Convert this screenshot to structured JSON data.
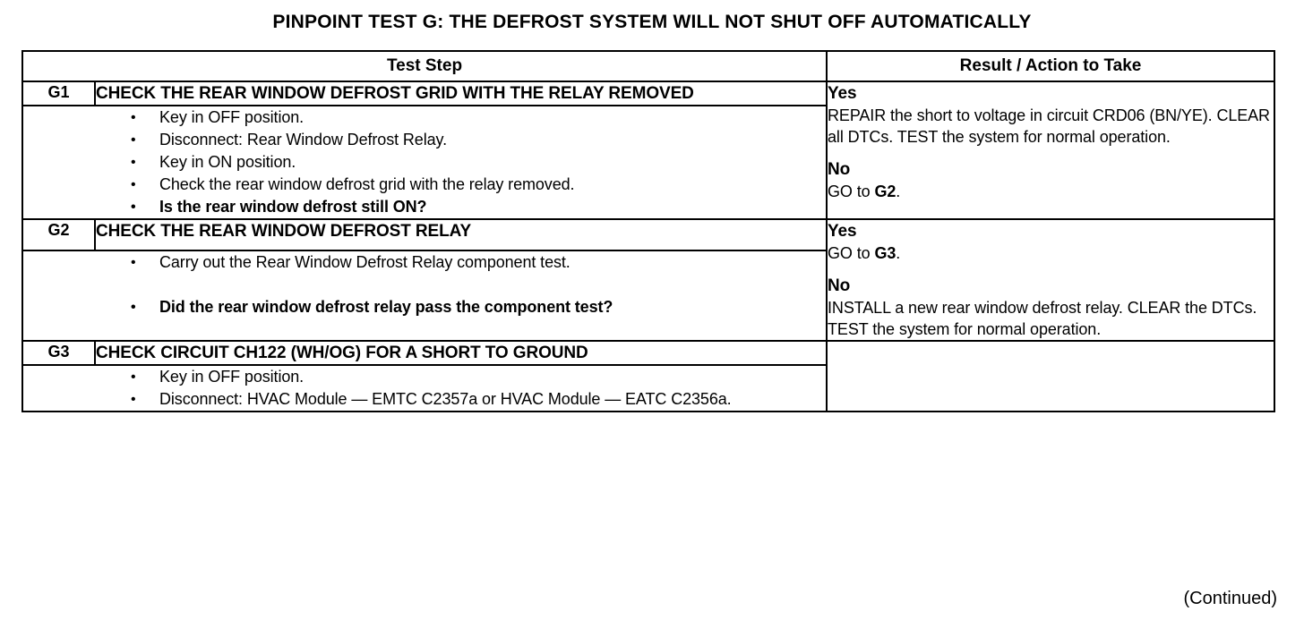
{
  "document": {
    "title": "PINPOINT TEST  G: THE DEFROST SYSTEM WILL NOT SHUT OFF AUTOMATICALLY",
    "footer_note": "(Continued)"
  },
  "table": {
    "headers": {
      "test_step": "Test Step",
      "result_action": "Result / Action to Take"
    },
    "steps": [
      {
        "id": "G1",
        "heading": "CHECK THE REAR WINDOW DEFROST GRID WITH THE RELAY REMOVED",
        "bullets": [
          {
            "text": "Key in OFF position.",
            "bold": false
          },
          {
            "text": "Disconnect: Rear Window Defrost Relay.",
            "bold": false
          },
          {
            "text": "Key in ON position.",
            "bold": false
          },
          {
            "text": "Check the rear window defrost grid with the relay removed.",
            "bold": false
          },
          {
            "text": "Is the rear window defrost still ON?",
            "bold": true
          }
        ],
        "result": {
          "yes_label": "Yes",
          "yes_text": "REPAIR the short to voltage in circuit CRD06 (BN/YE). CLEAR all DTCs. TEST the system for normal operation.",
          "no_label": "No",
          "no_text_pre": "GO to ",
          "no_text_ref": "G2",
          "no_text_post": "."
        }
      },
      {
        "id": "G2",
        "heading": "CHECK THE REAR WINDOW DEFROST RELAY",
        "bullets": [
          {
            "text": "Carry out the Rear Window Defrost Relay component test.",
            "bold": false
          },
          {
            "text": "Did the rear window defrost relay pass the component test?",
            "bold": true
          }
        ],
        "result": {
          "yes_label": "Yes",
          "yes_text_pre": "GO to ",
          "yes_text_ref": "G3",
          "yes_text_post": ".",
          "no_label": "No",
          "no_text": "INSTALL a new rear window defrost relay. CLEAR the DTCs. TEST the system for normal operation."
        }
      },
      {
        "id": "G3",
        "heading": "CHECK CIRCUIT CH122 (WH/OG) FOR A SHORT TO GROUND",
        "bullets": [
          {
            "text": "Key in OFF position.",
            "bold": false
          },
          {
            "text": "Disconnect: HVAC Module — EMTC C2357a or HVAC Module — EATC C2356a.",
            "bold": false
          }
        ],
        "result": {}
      }
    ]
  },
  "colors": {
    "ink": "#000000",
    "paper": "#ffffff"
  }
}
